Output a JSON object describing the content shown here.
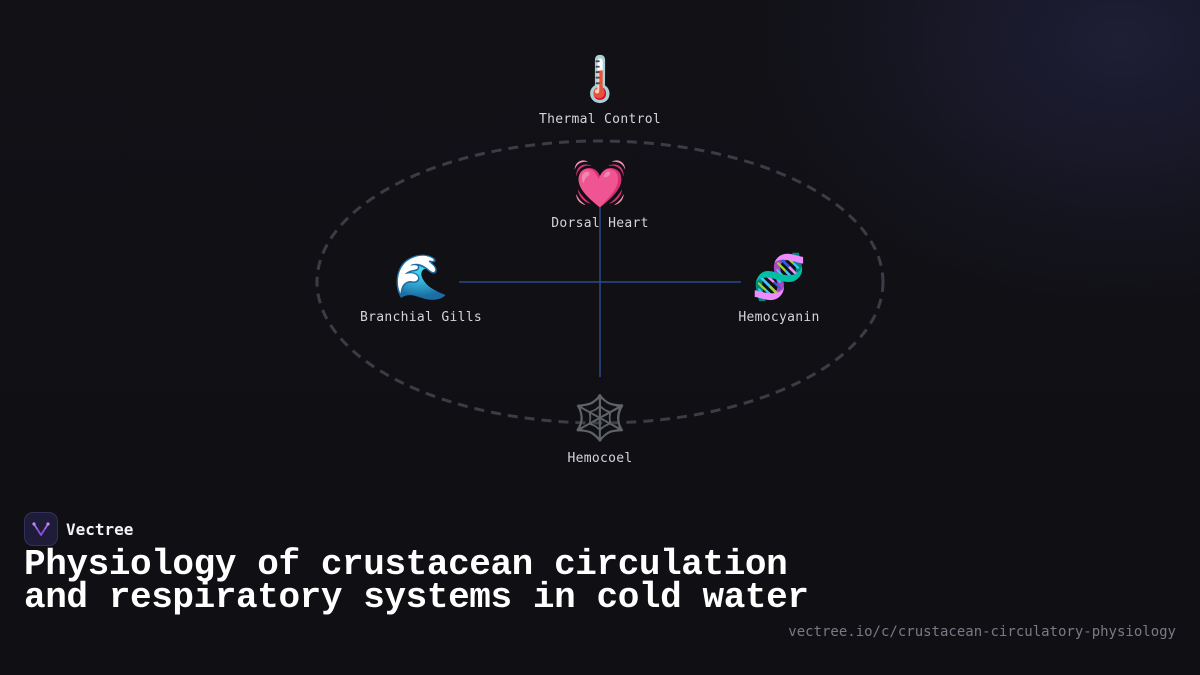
{
  "diagram": {
    "nodes": [
      {
        "id": "thermal",
        "label": "Thermal Control",
        "icon": "thermometer-icon",
        "glyph": "🌡️",
        "glyph_color": "#e05a5a"
      },
      {
        "id": "heart",
        "label": "Dorsal Heart",
        "icon": "heart-icon",
        "glyph": "💓",
        "glyph_color": "#f0508c"
      },
      {
        "id": "gills",
        "label": "Branchial Gills",
        "icon": "wave-icon",
        "glyph": "🌊",
        "glyph_color": "#3b8fe0"
      },
      {
        "id": "hemocyanin",
        "label": "Hemocyanin",
        "icon": "dna-icon",
        "glyph": "🧬",
        "glyph_color": "#c86ad8"
      },
      {
        "id": "hemocoel",
        "label": "Hemocoel",
        "icon": "spider-web-icon",
        "glyph": "🕸️",
        "glyph_color": "#9a9aa4"
      }
    ],
    "colors": {
      "ellipse": "#3a3d46",
      "connectors": "#2a4a8a"
    }
  },
  "brand": {
    "name": "Vectree",
    "icon": "vectree-logo-icon",
    "accent": "#8b4fd8"
  },
  "title": "Physiology of crustacean circulation and respiratory systems in cold water",
  "url": "vectree.io/c/crustacean-circulatory-physiology"
}
